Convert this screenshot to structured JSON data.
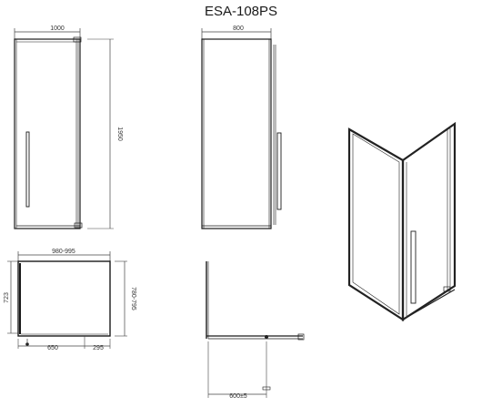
{
  "title": "ESA-108PS",
  "colors": {
    "line": "#1a1a1a",
    "dim": "#444444",
    "frame": "#222222"
  },
  "front_view": {
    "width_label": "1000",
    "height_label": "1950"
  },
  "side_view": {
    "width_label": "800"
  },
  "plan_view": {
    "top_label": "980-995",
    "left_label": "723",
    "right_label": "780-795",
    "bottom_left_label": "650",
    "bottom_right_label": "295"
  },
  "detail_view": {
    "bottom_label": "600±5"
  },
  "iso_view": {
    "icon": "iso-enclosure-icon"
  }
}
